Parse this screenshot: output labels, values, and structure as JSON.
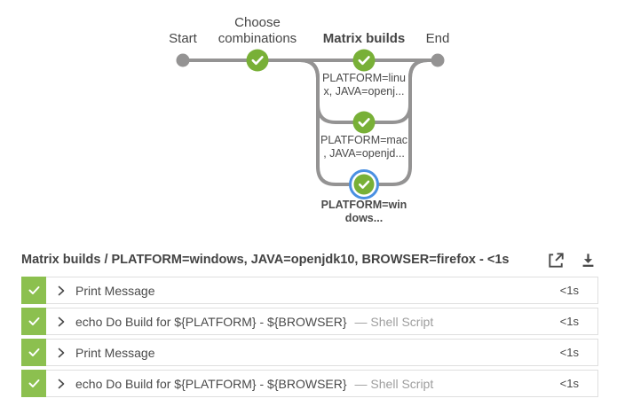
{
  "graph": {
    "stages": {
      "start": "Start",
      "choose_line1": "Choose",
      "choose_line2": "combinations",
      "matrix": "Matrix builds",
      "end": "End"
    },
    "branches": [
      {
        "line1": "PLATFORM=linu",
        "line2": "x, JAVA=openj..."
      },
      {
        "line1": "PLATFORM=mac",
        "line2": ", JAVA=openjd..."
      },
      {
        "line1": "PLATFORM=win",
        "line2": "dows..."
      }
    ]
  },
  "detail": {
    "title": "Matrix builds / PLATFORM=windows, JAVA=openjdk10, BROWSER=firefox - <1s"
  },
  "steps": [
    {
      "name": "Print Message",
      "type": "",
      "duration": "<1s"
    },
    {
      "name": "echo Do Build for ${PLATFORM} - ${BROWSER}",
      "type": "— Shell Script",
      "duration": "<1s"
    },
    {
      "name": "Print Message",
      "type": "",
      "duration": "<1s"
    },
    {
      "name": "echo Do Build for ${PLATFORM} - ${BROWSER}",
      "type": "— Shell Script",
      "duration": "<1s"
    }
  ],
  "colors": {
    "node_green": "#78b037",
    "step_green": "#8cc04f",
    "line_gray": "#949393",
    "selected_ring_blue": "#4a90e2",
    "text_dark": "#4a4a4a"
  }
}
